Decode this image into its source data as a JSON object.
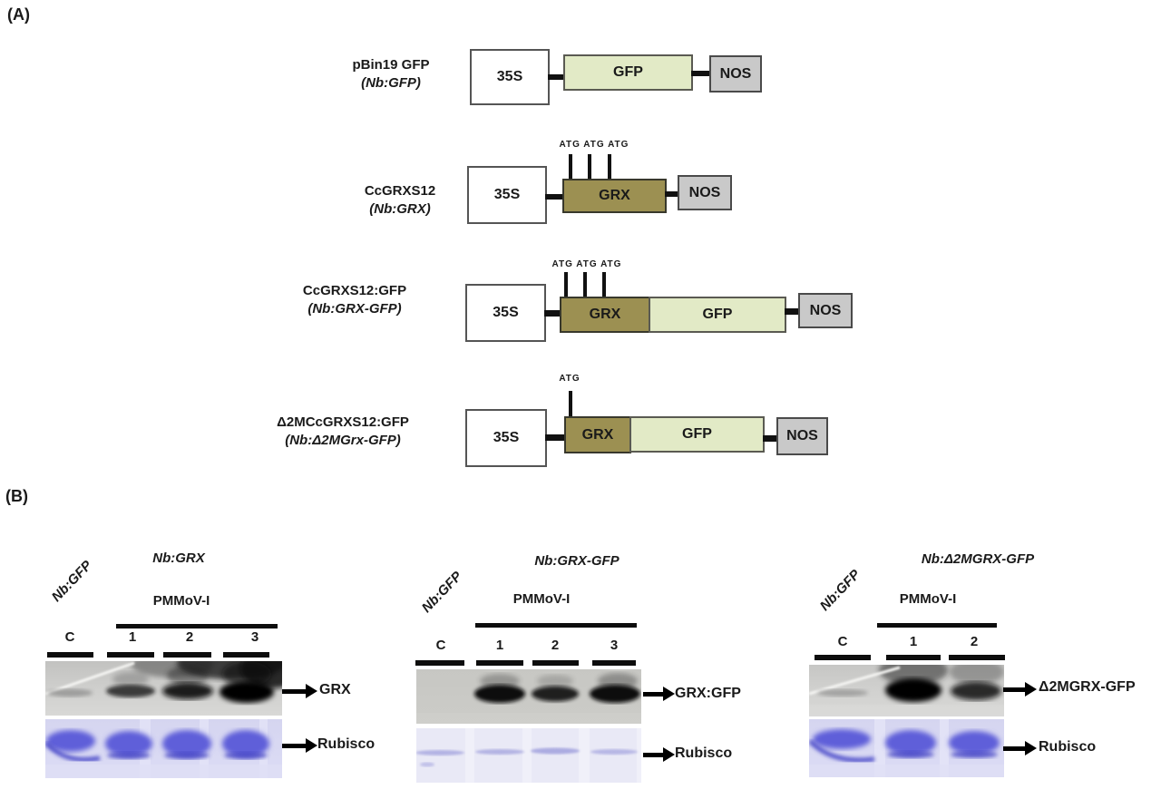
{
  "colors": {
    "gfp_box_fill": "#e2eac6",
    "grx_box_fill": "#9c9052",
    "nos_box_fill": "#c9c9c9",
    "promoter_box_fill": "#ffffff",
    "membrane_gray": "#cfcfcd",
    "rubisco_band_blue": "#5e5ed9"
  },
  "panel_a": {
    "label": "(A)",
    "constructs": [
      {
        "name": "pBin19 GFP",
        "alias": "(Nb:GFP)",
        "atg_text": "",
        "promoter": "35S",
        "genes": [
          "GFP"
        ],
        "terminator": "NOS"
      },
      {
        "name": "CcGRXS12",
        "alias": "(Nb:GRX)",
        "atg_text": "ATG ATG ATG",
        "promoter": "35S",
        "genes": [
          "GRX"
        ],
        "terminator": "NOS"
      },
      {
        "name": "CcGRXS12:GFP",
        "alias": "(Nb:GRX-GFP)",
        "atg_text": "ATG ATG ATG",
        "promoter": "35S",
        "genes": [
          "GRX",
          "GFP"
        ],
        "terminator": "NOS"
      },
      {
        "name": "Δ2MCcGRXS12:GFP",
        "alias": "(Nb:Δ2MGrx-GFP)",
        "atg_text": "ATG",
        "promoter": "35S",
        "genes": [
          "GRX",
          "GFP"
        ],
        "terminator": "NOS"
      }
    ]
  },
  "panel_b": {
    "label": "(B)",
    "blots": [
      {
        "control_label": "Nb:GFP",
        "construct_label": "Nb:GRX",
        "inoculum_label": "PMMoV-I",
        "lanes": [
          "C",
          "1",
          "2",
          "3"
        ],
        "protein_label": "GRX",
        "loading_label": "Rubisco",
        "band_intensities": [
          0.45,
          0.8,
          0.92,
          1
        ]
      },
      {
        "control_label": "Nb:GFP",
        "construct_label": "Nb:GRX-GFP",
        "inoculum_label": "PMMoV-I",
        "lanes": [
          "C",
          "1",
          "2",
          "3"
        ],
        "protein_label": "GRX:GFP",
        "loading_label": "Rubisco",
        "band_intensities": [
          0,
          1,
          0.9,
          1
        ]
      },
      {
        "control_label": "Nb:GFP",
        "construct_label": "Nb:Δ2MGRX-GFP",
        "inoculum_label": "PMMoV-I",
        "lanes": [
          "C",
          "1",
          "2"
        ],
        "protein_label": "Δ2MGRX-GFP",
        "loading_label": "Rubisco",
        "band_intensities": [
          0.45,
          1,
          0.85
        ]
      }
    ]
  }
}
